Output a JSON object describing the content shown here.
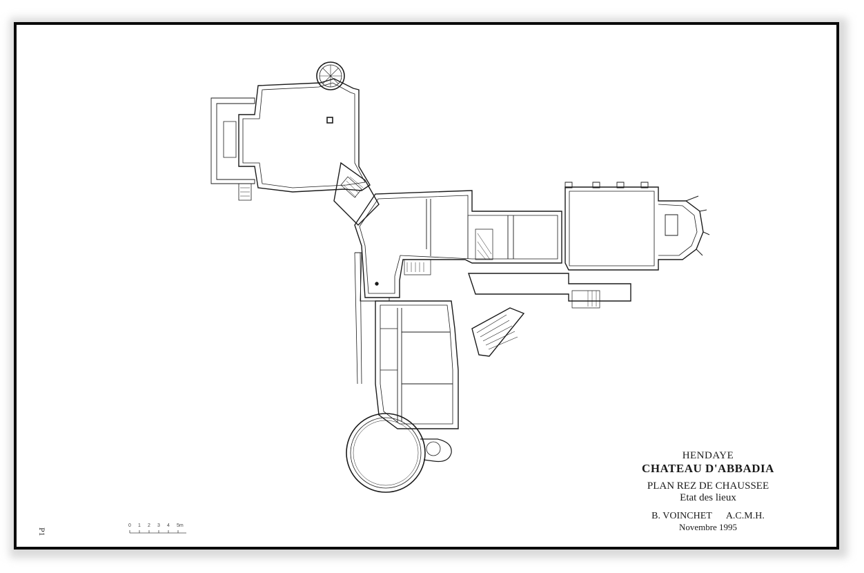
{
  "title_block": {
    "city": "HENDAYE",
    "building": "CHATEAU D'ABBADIA",
    "plan": "PLAN REZ DE CHAUSSEE",
    "state": "Etat des lieux",
    "architect": "B. VOINCHET",
    "architect_title": "A.C.M.H.",
    "date": "Novembre 1995"
  },
  "sheet_label": "P1",
  "scale": {
    "ticks": [
      "0",
      "1",
      "2",
      "3",
      "4",
      "5m"
    ]
  },
  "colors": {
    "ink": "#1a1a1a",
    "frame": "#0a0a0a",
    "paper": "#ffffff"
  }
}
